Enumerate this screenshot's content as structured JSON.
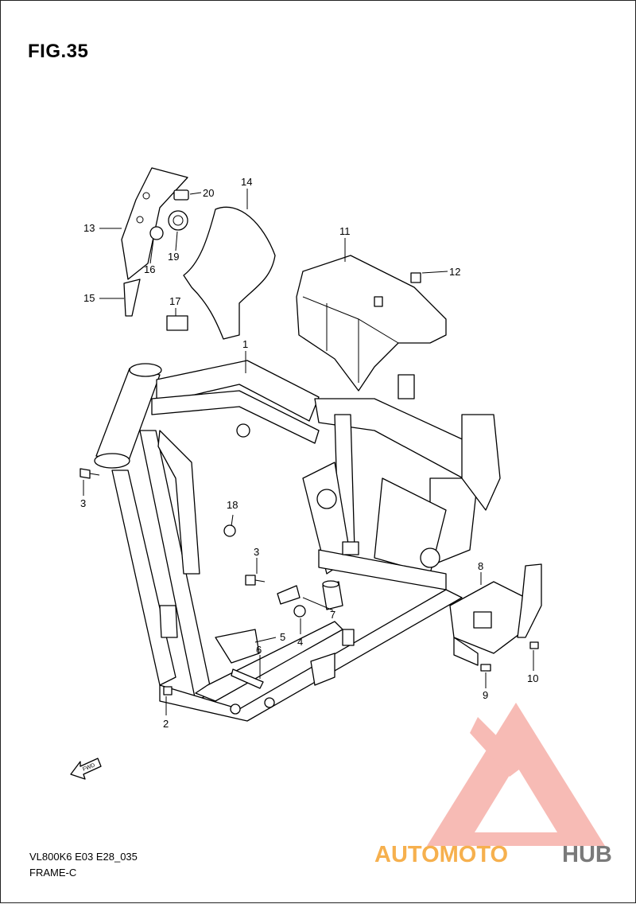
{
  "figure": {
    "title": "FIG.35",
    "code": "VL800K6 E03 E28_035",
    "caption": "FRAME-C"
  },
  "callouts": [
    {
      "num": "1"
    },
    {
      "num": "2"
    },
    {
      "num": "3"
    },
    {
      "num": "3"
    },
    {
      "num": "4"
    },
    {
      "num": "5"
    },
    {
      "num": "6"
    },
    {
      "num": "7"
    },
    {
      "num": "8"
    },
    {
      "num": "9"
    },
    {
      "num": "10"
    },
    {
      "num": "11"
    },
    {
      "num": "12"
    },
    {
      "num": "13"
    },
    {
      "num": "14"
    },
    {
      "num": "15"
    },
    {
      "num": "16"
    },
    {
      "num": "17"
    },
    {
      "num": "18"
    },
    {
      "num": "19"
    },
    {
      "num": "20"
    }
  ],
  "fwd_arrow": {
    "label": "FWD",
    "icon": "fwd-arrow-icon"
  },
  "watermark": {
    "part1": "AUTOMOTO",
    "part2": "HUB",
    "color_primary": "#f08a80",
    "color_secondary": "#f6b04e",
    "color_dark": "#7a7a7a"
  }
}
